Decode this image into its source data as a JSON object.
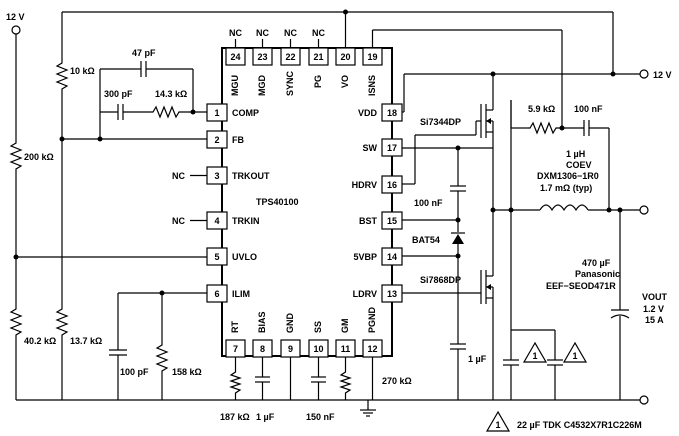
{
  "ic": {
    "part": "TPS40100"
  },
  "nc_label": "NC",
  "pins": {
    "left": [
      {
        "num": "1",
        "name": "COMP"
      },
      {
        "num": "2",
        "name": "FB"
      },
      {
        "num": "3",
        "name": "TRKOUT"
      },
      {
        "num": "4",
        "name": "TRKIN"
      },
      {
        "num": "5",
        "name": "UVLO"
      },
      {
        "num": "6",
        "name": "ILIM"
      }
    ],
    "right": [
      {
        "num": "18",
        "name": "VDD"
      },
      {
        "num": "17",
        "name": "SW"
      },
      {
        "num": "16",
        "name": "HDRV"
      },
      {
        "num": "15",
        "name": "BST"
      },
      {
        "num": "14",
        "name": "5VBP"
      },
      {
        "num": "13",
        "name": "LDRV"
      }
    ],
    "top": [
      {
        "num": "24",
        "name": "MGU"
      },
      {
        "num": "23",
        "name": "MGD"
      },
      {
        "num": "22",
        "name": "SYNC"
      },
      {
        "num": "21",
        "name": "PG"
      },
      {
        "num": "20",
        "name": "VO"
      },
      {
        "num": "19",
        "name": "ISNS"
      }
    ],
    "bottom": [
      {
        "num": "7",
        "name": "RT"
      },
      {
        "num": "8",
        "name": "BIAS"
      },
      {
        "num": "9",
        "name": "GND"
      },
      {
        "num": "10",
        "name": "SS"
      },
      {
        "num": "11",
        "name": "GM"
      },
      {
        "num": "12",
        "name": "PGND"
      }
    ]
  },
  "components": {
    "r10k": "10 kΩ",
    "c47pf": "47 pF",
    "c300pf": "300 pF",
    "r14k3": "14.3 kΩ",
    "r200k": "200 kΩ",
    "r40k2": "40.2 kΩ",
    "r13k7": "13.7 kΩ",
    "c100pf": "100 pF",
    "r158k": "158 kΩ",
    "r187k": "187 kΩ",
    "c1uf_bias": "1 µF",
    "c150nf": "150 nF",
    "r270k": "270 kΩ",
    "q_high": "Si7344DP",
    "q_low": "Si7868DP",
    "r5k9": "5.9 kΩ",
    "c100nf_snubber": "100 nF",
    "c_bst": "100 nF",
    "d_bat54": "BAT54",
    "c_5vbp": "1 µF",
    "l_value": "1 µH",
    "l_brand": "COEV",
    "l_part": "DXM1306−1R0",
    "l_dcr": "1.7 mΩ (typ)",
    "cout_value": "470 µF",
    "cout_brand": "Panasonic",
    "cout_part": "EEF−SEOD471R"
  },
  "labels": {
    "vin_left": "12 V",
    "vin_right": "12 V",
    "vout": "VOUT",
    "vout_v": "1.2 V",
    "vout_i": "15 A",
    "note_marker": "1",
    "footnote": "22 µF TDK C4532X7R1C226M"
  }
}
